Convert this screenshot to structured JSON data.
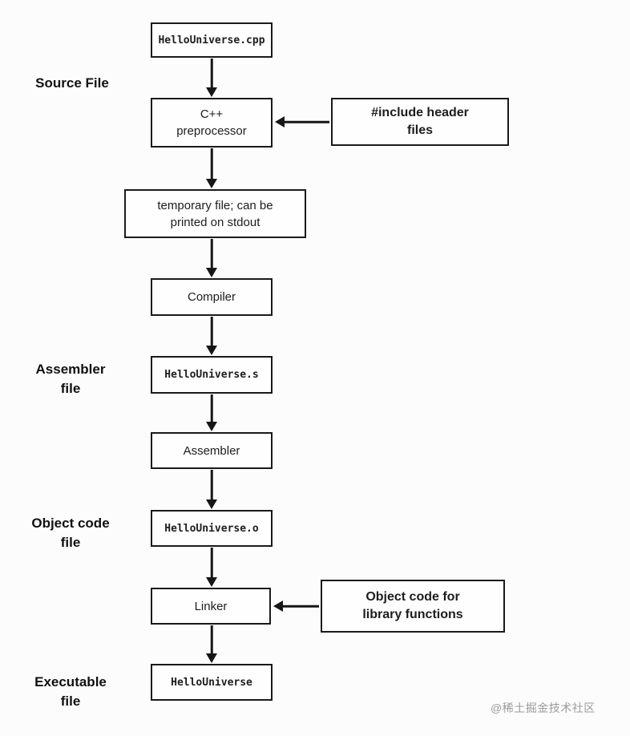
{
  "colors": {
    "background": "#fcfcfc",
    "line": "#161616",
    "border": "#1a1a1a",
    "watermark_gray": "#9b9b9b"
  },
  "diagram": {
    "nodes": {
      "cpp_file": {
        "lines": [
          "HelloUniverse.cpp"
        ]
      },
      "preprocessor": {
        "lines": [
          "C++",
          "preprocessor"
        ]
      },
      "include_headers": {
        "lines": [
          "#include header",
          "files"
        ]
      },
      "temp_file": {
        "lines": [
          "temporary file; can be",
          "printed on stdout"
        ]
      },
      "compiler": {
        "lines": [
          "Compiler"
        ]
      },
      "asm_file": {
        "lines": [
          "HelloUniverse.s"
        ]
      },
      "assembler": {
        "lines": [
          "Assembler"
        ]
      },
      "obj_file": {
        "lines": [
          "HelloUniverse.o"
        ]
      },
      "linker": {
        "lines": [
          "Linker"
        ]
      },
      "lib_objects": {
        "lines": [
          "Object code for",
          "library functions"
        ]
      },
      "exe_file": {
        "lines": [
          "HelloUniverse"
        ]
      }
    },
    "side_labels": {
      "source": {
        "lines": [
          "Source File"
        ]
      },
      "assembler": {
        "lines": [
          "Assembler",
          "file"
        ]
      },
      "object": {
        "lines": [
          "Object code",
          "file"
        ]
      },
      "executable": {
        "lines": [
          "Executable",
          "file"
        ]
      }
    },
    "watermark": "@稀土掘金技术社区"
  }
}
